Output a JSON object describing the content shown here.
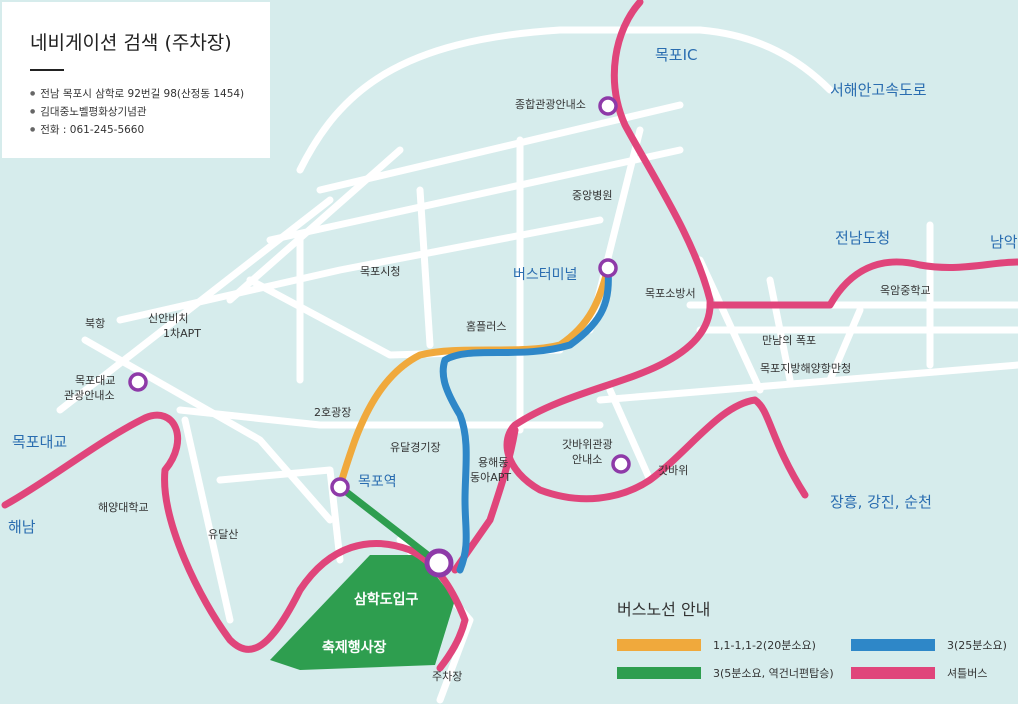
{
  "info": {
    "title": "네비게이션 검색 (주차장)",
    "address": "전남 목포시 삼학로 92번길 98(산정동 1454)",
    "venue": "김대중노벨평화상기념관",
    "phone": "전화 : 061-245-5660"
  },
  "legend": {
    "title": "버스노선 안내",
    "items": [
      {
        "label": "1,1-1,1-2(20분소요)",
        "color": "#f0a93c"
      },
      {
        "label": "3(25분소요)",
        "color": "#2e87c8"
      },
      {
        "label": "3(5분소요, 역건너편탑승)",
        "color": "#2e9e4f"
      },
      {
        "label": "셔틀버스",
        "color": "#e0457b"
      }
    ]
  },
  "map": {
    "colors": {
      "background": "#d6ecec",
      "road": "#ffffff",
      "area": "#2e9e4f",
      "stop_ring": "#8e3aa8"
    },
    "places": {
      "mokpo_ic": "목포IC",
      "seohaean": "서해안고속도로",
      "tourist_info": "종합관광안내소",
      "central_hospital": "중앙병원",
      "city_hall": "목포시청",
      "bus_terminal": "버스터미널",
      "fire_station": "목포소방서",
      "jeonnam_office": "전남도청",
      "namak": "남악",
      "okam_school": "옥암중학교",
      "bukhang": "북항",
      "sinan_apt": "신안비치\n1차APT",
      "homeplus": "홈플러스",
      "manam_falls": "만남의 폭포",
      "maritime_port": "목포지방해양항만청",
      "mokpo_bridge_info": "목포대교\n관광안내소",
      "mokpo_bridge": "목포대교",
      "plaza2": "2호광장",
      "yudal_stadium": "유달경기장",
      "yonghae_apt": "용해동\n동아APT",
      "gatbawi_info": "갓바위관광\n안내소",
      "gatbawi": "갓바위",
      "jangheung": "장흥, 강진, 순천",
      "haenam": "해남",
      "maritime_univ": "해양대학교",
      "yudalsan": "유달산",
      "mokpo_station": "목포역",
      "samhakdo": "삼학도입구",
      "festival_site": "축제행사장",
      "parking": "주차장"
    }
  }
}
